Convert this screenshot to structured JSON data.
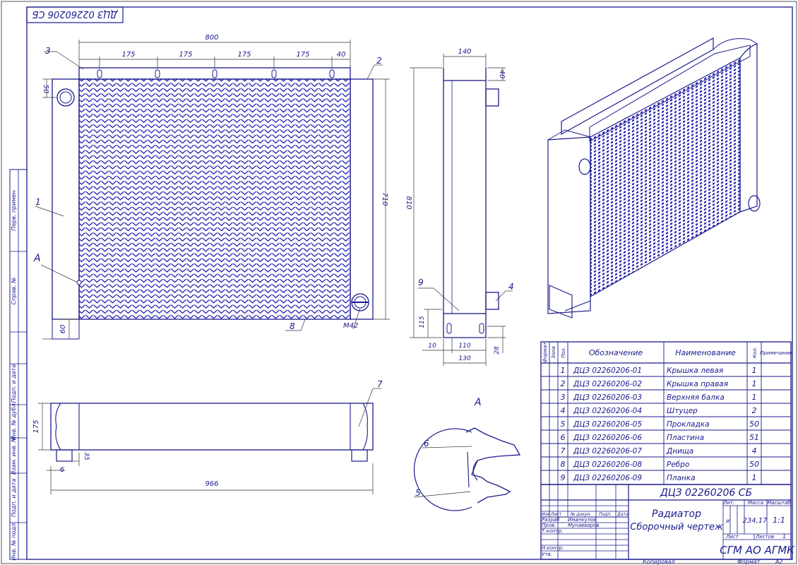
{
  "stamp_top": "ДЦЗ 02260206 СБ",
  "front_view": {
    "dim_overall_width": "800",
    "dim_spacings": [
      "175",
      "175",
      "175",
      "175"
    ],
    "dim_end": "40",
    "dim_top": "50",
    "dim_height": "710",
    "dim_bottom": "60",
    "thread_label": "M42",
    "detail_label": "A",
    "pos": [
      "3",
      "2",
      "1",
      "8"
    ]
  },
  "side_view": {
    "dim_depth": "140",
    "dim_top": "40",
    "dim_height": "810",
    "dim_115": "115",
    "dim_10": "10",
    "dim_110": "110",
    "dim_130": "130",
    "dim_28": "28",
    "pos": [
      "9",
      "4"
    ]
  },
  "bottom_view": {
    "dim_175": "175",
    "dim_35": "35",
    "dim_6": "6",
    "dim_966": "966",
    "pos": [
      "7"
    ]
  },
  "detail_view": {
    "title": "A",
    "pos": [
      "6",
      "5"
    ]
  },
  "left_strip": [
    "Перв. примен",
    "Справ. №",
    "Подп. и дата",
    "Инв. № дубл.",
    "Взам. инв. №",
    "Подп. и дата",
    "Инв. № подл."
  ],
  "spec_table": {
    "headers": [
      "Формат",
      "Зона",
      "Поз.",
      "Обозначение",
      "Наименование",
      "Кол.",
      "Примечание"
    ],
    "rows": [
      {
        "pos": "1",
        "code": "ДЦЗ 02260206-01",
        "name": "Крышка левая",
        "qty": "1"
      },
      {
        "pos": "2",
        "code": "ДЦЗ 02260206-02",
        "name": "Крышка правая",
        "qty": "1"
      },
      {
        "pos": "3",
        "code": "ДЦЗ 02260206-03",
        "name": "Верхняя балка",
        "qty": "1"
      },
      {
        "pos": "4",
        "code": "ДЦЗ 02260206-04",
        "name": "Штуцер",
        "qty": "2"
      },
      {
        "pos": "5",
        "code": "ДЦЗ 02260206-05",
        "name": "Прокладка",
        "qty": "50"
      },
      {
        "pos": "6",
        "code": "ДЦЗ 02260206-06",
        "name": "Пластина",
        "qty": "51"
      },
      {
        "pos": "7",
        "code": "ДЦЗ 02260206-07",
        "name": "Днища",
        "qty": "4"
      },
      {
        "pos": "8",
        "code": "ДЦЗ 02260206-08",
        "name": "Ребро",
        "qty": "50"
      },
      {
        "pos": "9",
        "code": "ДЦЗ 02260206-09",
        "name": "Планка",
        "qty": "1"
      }
    ]
  },
  "title_block": {
    "designation": "ДЦЗ 02260206 СБ",
    "name_line1": "Радиатор",
    "name_line2": "Сборочный чертеж",
    "col_headers": [
      "Изм",
      "Лист",
      "№ докум.",
      "Подп.",
      "Дата"
    ],
    "roles": [
      "Разраб",
      "Пров.",
      "Т.контр.",
      "",
      "Н.контр.",
      "Утв."
    ],
    "people": [
      "Иманкулов",
      "Мунаввaров"
    ],
    "lit_label": "Лит.",
    "mass_label": "Масса",
    "scale_label": "Масштаб",
    "lit_value": "и",
    "mass_value": "234,17",
    "scale_value": "1:1",
    "sheet_label": "Лист",
    "sheets_label": "Листов",
    "sheets_value": "1",
    "org": "СГМ АО АГМК",
    "copied": "Копировал",
    "format_label": "Формат",
    "format_value": "А2"
  }
}
